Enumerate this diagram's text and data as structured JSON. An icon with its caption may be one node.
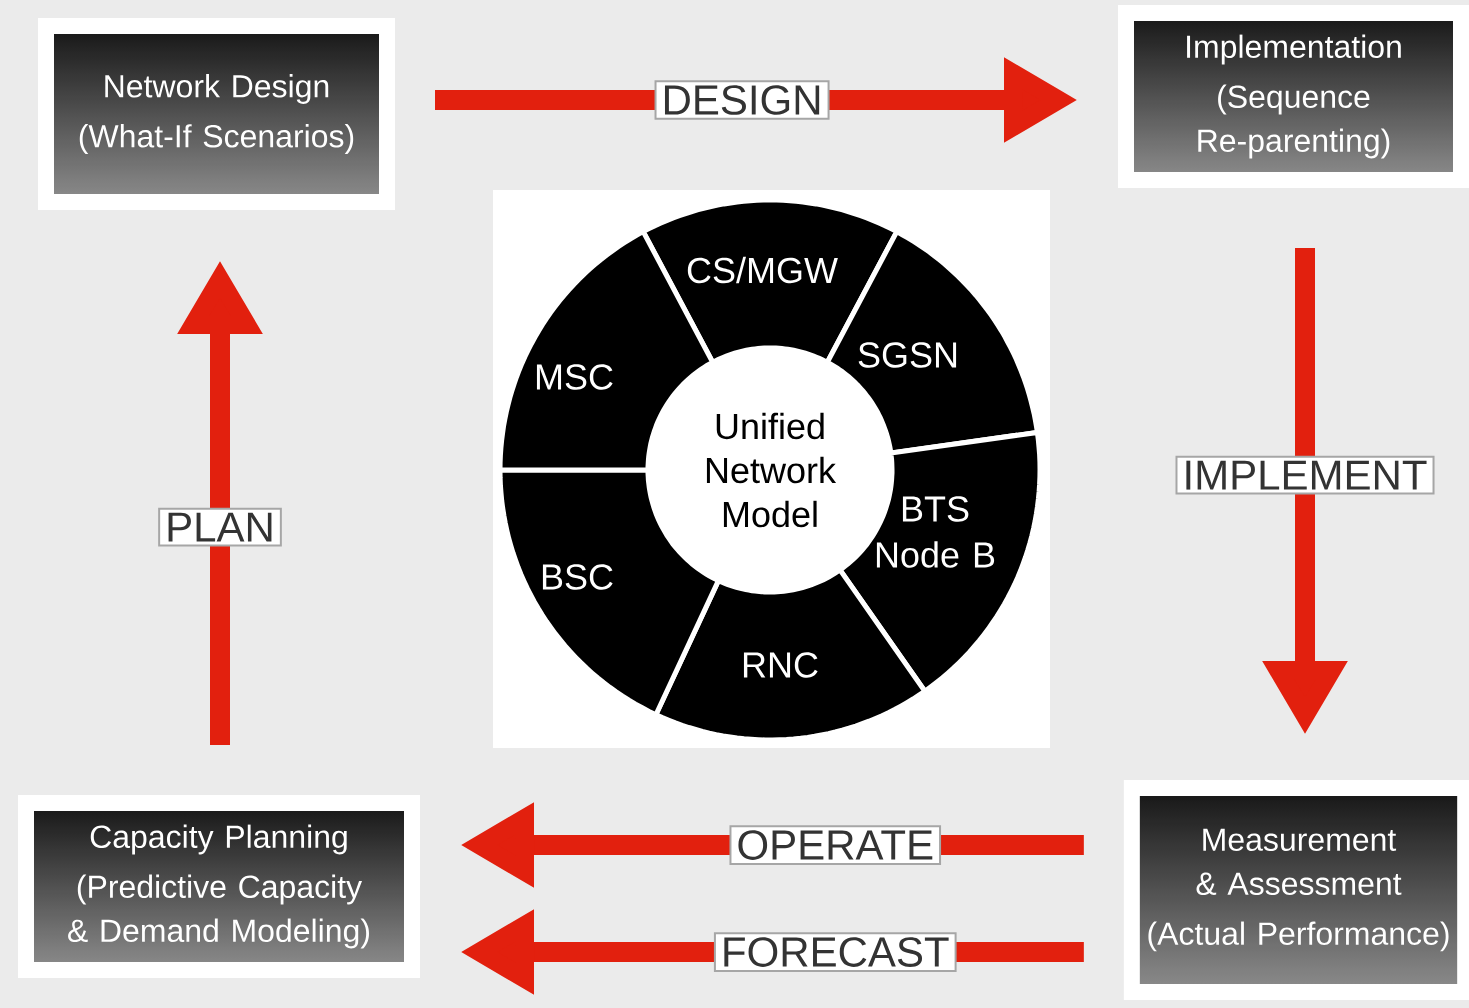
{
  "diagram": {
    "nodes": [
      {
        "text": [
          "Network Design",
          "(What-If Scenarios)"
        ]
      },
      {
        "text": [
          "Implementation",
          "(Sequence Re-parenting)"
        ]
      },
      {
        "text": [
          "Measurement & Assessment",
          "(Actual Performance)"
        ]
      },
      {
        "text": [
          "Capacity Planning",
          "(Predictive Capacity & Demand Modeling)"
        ]
      },
      {
        "text": [
          "Unified Network Model"
        ]
      },
      {
        "text": [
          "CS/MGW"
        ]
      },
      {
        "text": [
          "SGSN"
        ]
      },
      {
        "text": [
          "BTS Node B"
        ]
      },
      {
        "text": [
          "RNC"
        ]
      },
      {
        "text": [
          "BSC"
        ]
      },
      {
        "text": [
          "MSC"
        ]
      }
    ],
    "edges": [
      {
        "from": 0,
        "to": 1,
        "arrow": "to",
        "label": "DESIGN"
      },
      {
        "from": 1,
        "to": 2,
        "arrow": "to",
        "label": "IMPLEMENT"
      },
      {
        "from": 2,
        "to": 3,
        "arrow": "to",
        "label": "OPERATE"
      },
      {
        "from": 2,
        "to": 3,
        "arrow": "to",
        "label": "FORECAST"
      },
      {
        "from": 3,
        "to": 0,
        "arrow": "to",
        "label": "PLAN"
      }
    ]
  }
}
